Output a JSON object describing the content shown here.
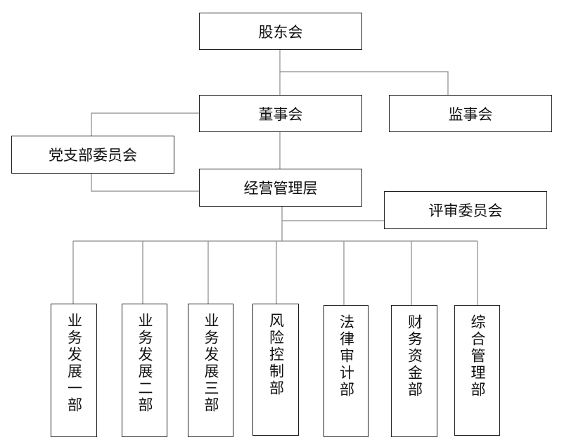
{
  "org_chart": {
    "shareholders": "股东会",
    "board": "董事会",
    "supervisory_board": "监事会",
    "party_committee": "党支部委员会",
    "management": "经营管理层",
    "review_committee": "评审委员会",
    "departments": [
      "业务发展一部",
      "业务发展二部",
      "业务发展三部",
      "风险控制部",
      "法律审计部",
      "财务资金部",
      "综合管理部"
    ]
  }
}
